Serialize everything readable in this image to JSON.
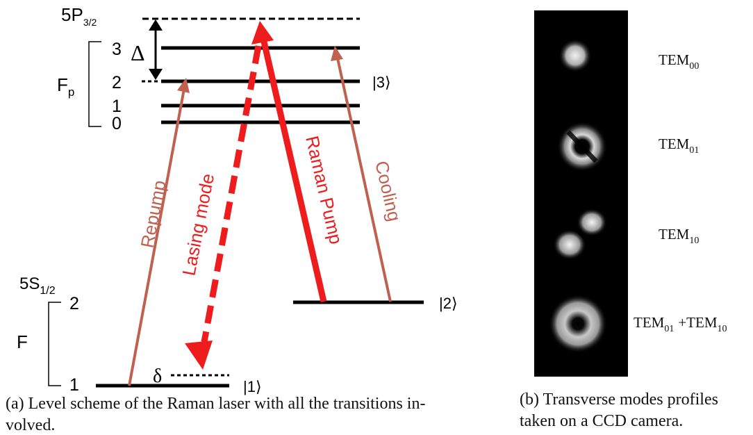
{
  "level_scheme": {
    "upper_state_label": "5P",
    "upper_state_sub": "3/2",
    "upper_manifold_label": "F",
    "upper_manifold_sub": "p",
    "upper_levels": [
      "3",
      "2",
      "1",
      "0"
    ],
    "detuning_symbol": "Δ",
    "lower_state_label": "5S",
    "lower_state_sub": "1/2",
    "lower_manifold_label": "F",
    "lower_levels": [
      "2",
      "1"
    ],
    "raman_detuning_symbol": "δ",
    "ket_3": "|3⟩",
    "ket_2": "|2⟩",
    "ket_1": "|1⟩",
    "transitions": {
      "repump": "Repump",
      "lasing_mode": "Lasing mode",
      "raman_pump": "Raman Pump",
      "cooling": "Cooling"
    },
    "colors": {
      "levels": "#000000",
      "repump": "#c0604f",
      "cooling": "#c0604f",
      "raman_pump": "#ee1c1c",
      "lasing_mode": "#ee1c1c"
    }
  },
  "mode_profiles": {
    "labels": [
      {
        "main": "TEM",
        "sub": "00"
      },
      {
        "main": "TEM",
        "sub": "01"
      },
      {
        "main": "TEM",
        "sub": "10"
      },
      {
        "main": "TEM",
        "sub": "01",
        "plus": "+TEM",
        "sub2": "10"
      }
    ]
  },
  "captions": {
    "a_line1": "(a) Level scheme of the Raman laser with all the transitions in-",
    "a_line2": "volved.",
    "b_line1": "(b) Transverse modes profiles",
    "b_line2": "taken on a CCD camera."
  }
}
